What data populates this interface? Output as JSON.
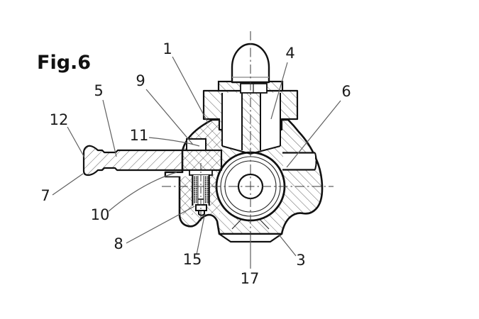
{
  "figure_label": "Fig.6",
  "callouts": [
    {
      "number": "1"
    },
    {
      "number": "4"
    },
    {
      "number": "9"
    },
    {
      "number": "5"
    },
    {
      "number": "6"
    },
    {
      "number": "12"
    },
    {
      "number": "11"
    },
    {
      "number": "7"
    },
    {
      "number": "10"
    },
    {
      "number": "8"
    },
    {
      "number": "15"
    },
    {
      "number": "3"
    },
    {
      "number": "17"
    }
  ],
  "colors": {
    "line": "#111111",
    "leader": "#5f5f5f",
    "hatch": "#3c3c3c",
    "background": "#ffffff"
  }
}
